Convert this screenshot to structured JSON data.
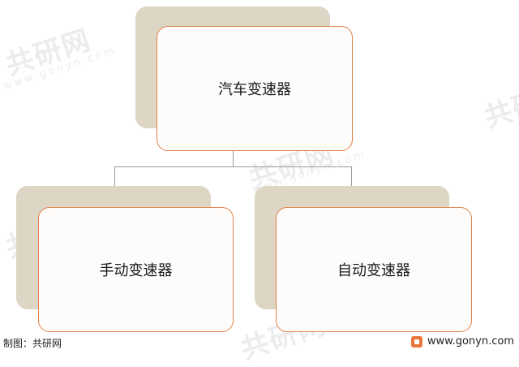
{
  "diagram": {
    "root": {
      "label": "汽车变速器"
    },
    "children": [
      {
        "label": "手动变速器"
      },
      {
        "label": "自动变速器"
      }
    ]
  },
  "footer": {
    "source_label": "制图：共研网",
    "url": "www.gonyn.com"
  },
  "watermark": {
    "name": "共研网",
    "url": "www.gonyn.com"
  },
  "colors": {
    "node_border": "#e0824a",
    "node_fill": "#fdfcfa",
    "shadow": "#ddd6c5",
    "connector": "#9a9a9a",
    "logo": "#e8763a"
  }
}
